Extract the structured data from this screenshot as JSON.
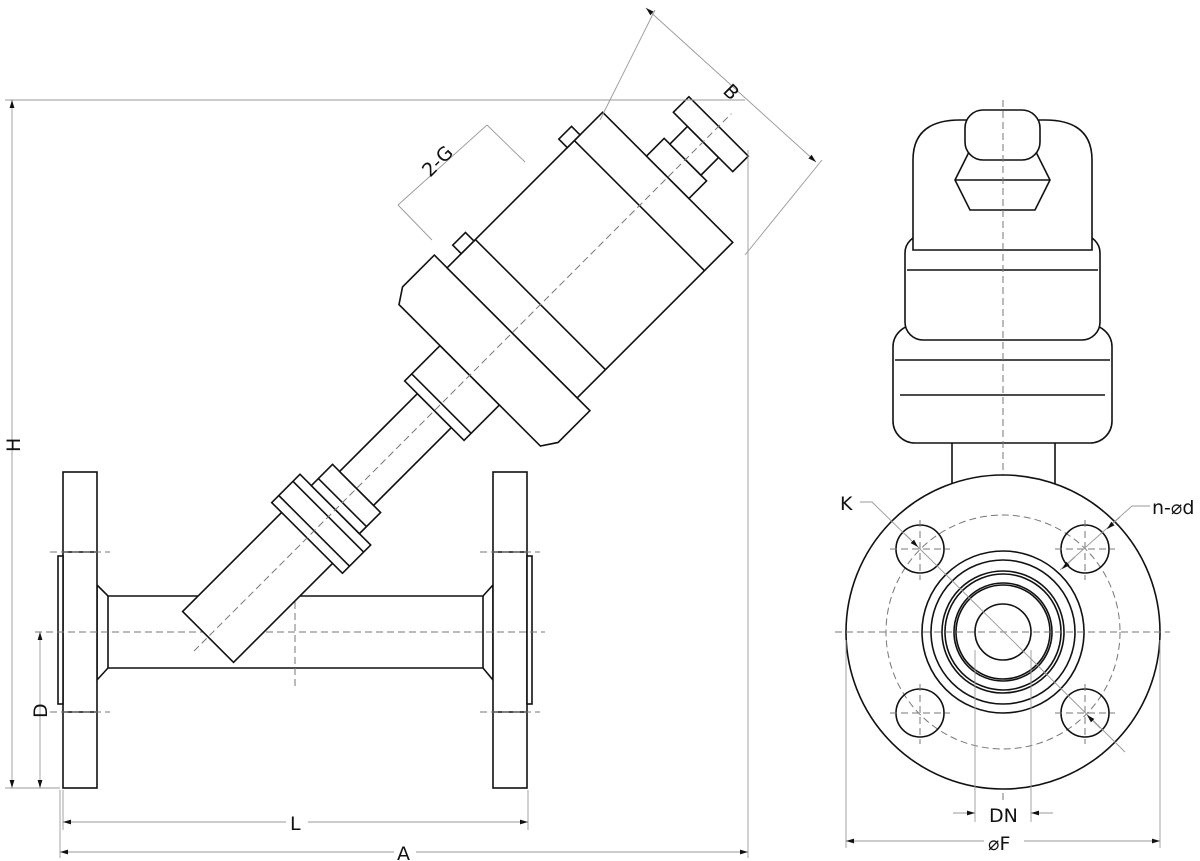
{
  "labels": {
    "B": "B",
    "two_g": "2-G",
    "H": "H",
    "D": "D",
    "L": "L",
    "A": "A",
    "K": "K",
    "n_d": "n-⌀d",
    "DN": "DN",
    "F": "⌀F"
  }
}
